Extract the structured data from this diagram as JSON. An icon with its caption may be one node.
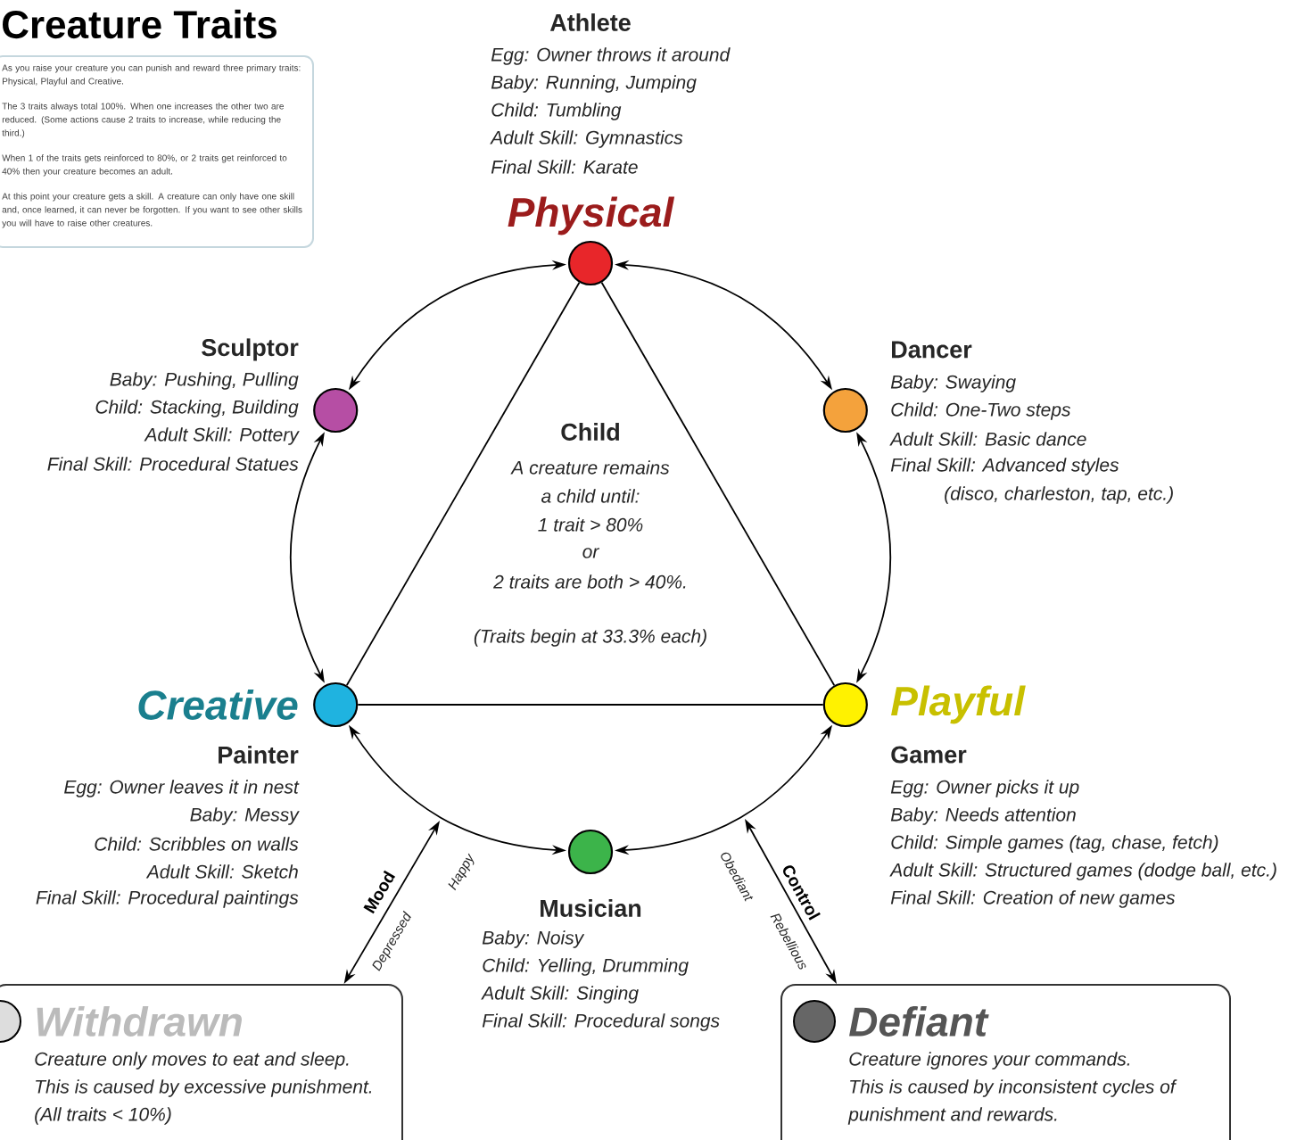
{
  "diagram": {
    "title": "Creature Traits",
    "nodes": [
      {
        "text": [
          "As you raise your creature you can punish and reward three primary traits: Physical, Playful and Creative.",
          "The 3 traits always total 100%. When one increases the other two are reduced. (Some actions cause 2 traits to increase, while reducing the third.)",
          "When 1 of the traits gets reinforced to 80%, or 2 traits get reinforced to 40% then your creature becomes an adult.",
          "At this point your creature gets a skill. A creature can only have one skill and, once learned, it can never be forgotten. If you want to see other skills you will have to raise other creatures."
        ]
      },
      {
        "text": [],
        "shape": "circle",
        "beside": [
          "Physical",
          "Athlete",
          "Egg: Owner throws it around",
          "Baby: Running, Jumping",
          "Child: Tumbling",
          "Adult Skill: Gymnastics",
          "Final Skill: Karate"
        ]
      },
      {
        "text": [],
        "shape": "circle",
        "beside": [
          "Sculptor",
          "Baby: Pushing, Pulling",
          "Child: Stacking, Building",
          "Adult Skill: Pottery",
          "Final Skill: Procedural Statues"
        ]
      },
      {
        "text": [],
        "shape": "circle",
        "beside": [
          "Dancer",
          "Baby: Swaying",
          "Child: One-Two steps",
          "Adult Skill: Basic dance",
          "Final Skill: Advanced styles",
          "(disco, charleston, tap, etc.)"
        ]
      },
      {
        "text": [],
        "shape": "circle",
        "beside": [
          "Creative",
          "Painter",
          "Egg: Owner leaves it in nest",
          "Baby: Messy",
          "Child: Scribbles on walls",
          "Adult Skill: Sketch",
          "Final Skill: Procedural paintings"
        ]
      },
      {
        "text": [],
        "shape": "circle",
        "beside": [
          "Playful",
          "Gamer",
          "Egg: Owner picks it up",
          "Baby: Needs attention",
          "Child: Simple games (tag, chase, fetch)",
          "Adult Skill: Structured games (dodge ball, etc.)",
          "Final Skill: Creation of new games"
        ]
      },
      {
        "text": [],
        "shape": "circle",
        "beside": [
          "Musician",
          "Baby: Noisy",
          "Child: Yelling, Drumming",
          "Adult Skill: Singing",
          "Final Skill: Procedural songs"
        ]
      },
      {
        "text": [
          "Withdrawn",
          "Creature only moves to eat and sleep.",
          "This is caused by excessive punishment.",
          "(All traits < 10%)"
        ]
      },
      {
        "text": [
          "Defiant",
          "Creature ignores your commands.",
          "This is caused by inconsistent cycles of",
          "punishment and rewards."
        ]
      }
    ],
    "edges": [
      {
        "from": 1,
        "to": 2,
        "arrow": "both"
      },
      {
        "from": 1,
        "to": 3,
        "arrow": "both"
      },
      {
        "from": 3,
        "to": 5,
        "arrow": "both"
      },
      {
        "from": 2,
        "to": 4,
        "arrow": "both"
      },
      {
        "from": 4,
        "to": 6,
        "arrow": "both"
      },
      {
        "from": 6,
        "to": 5,
        "arrow": "both"
      },
      {
        "from": 1,
        "to": 4,
        "arrow": "none"
      },
      {
        "from": 1,
        "to": 5,
        "arrow": "none"
      },
      {
        "from": 4,
        "to": 5,
        "arrow": "none"
      },
      {
        "from": null,
        "to": 7,
        "arrow": "both",
        "label": "Mood"
      },
      {
        "from": null,
        "to": 8,
        "arrow": "both",
        "label": "Control"
      }
    ],
    "labels": [
      "Child",
      "A creature remains",
      "a child until:",
      "1 trait > 80%",
      "or",
      "2 traits are both > 40%.",
      "(Traits begin at 33.3% each)",
      "Happy",
      "Depressed",
      "Obediant",
      "Rebellious"
    ]
  }
}
